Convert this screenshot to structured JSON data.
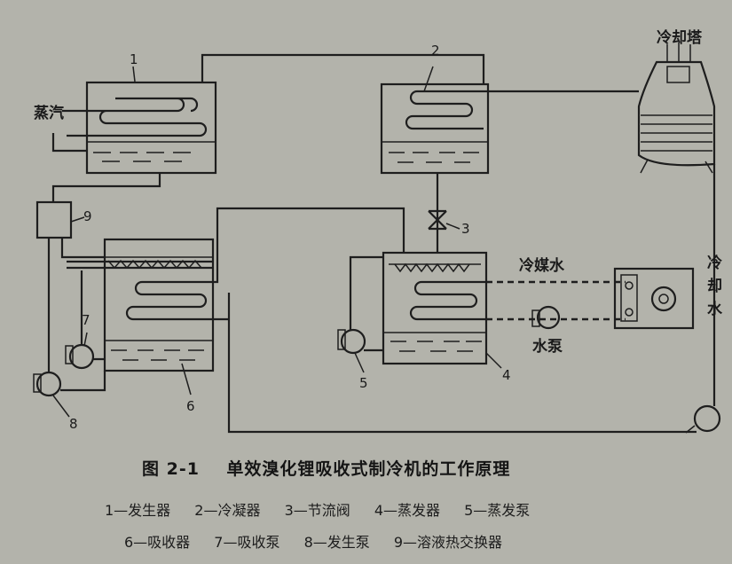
{
  "figure": {
    "caption_number": "图 2-1",
    "caption_title": "单效溴化锂吸收式制冷机的工作原理"
  },
  "legend": {
    "row1": [
      "1—发生器",
      "2—冷凝器",
      "3—节流阀",
      "4—蒸发器",
      "5—蒸发泵"
    ],
    "row2": [
      "6—吸收器",
      "7—吸收泵",
      "8—发生泵",
      "9—溶液热交换器"
    ]
  },
  "labels": {
    "steam": "蒸汽",
    "cooling_tower": "冷却塔",
    "chilled_water": "冷媒水",
    "water_pump": "水泵",
    "cooling_water": [
      "冷",
      "却",
      "水"
    ]
  },
  "numbers": {
    "n1": "1",
    "n2": "2",
    "n3": "3",
    "n4": "4",
    "n5": "5",
    "n6": "6",
    "n7": "7",
    "n8": "8",
    "n9": "9"
  }
}
